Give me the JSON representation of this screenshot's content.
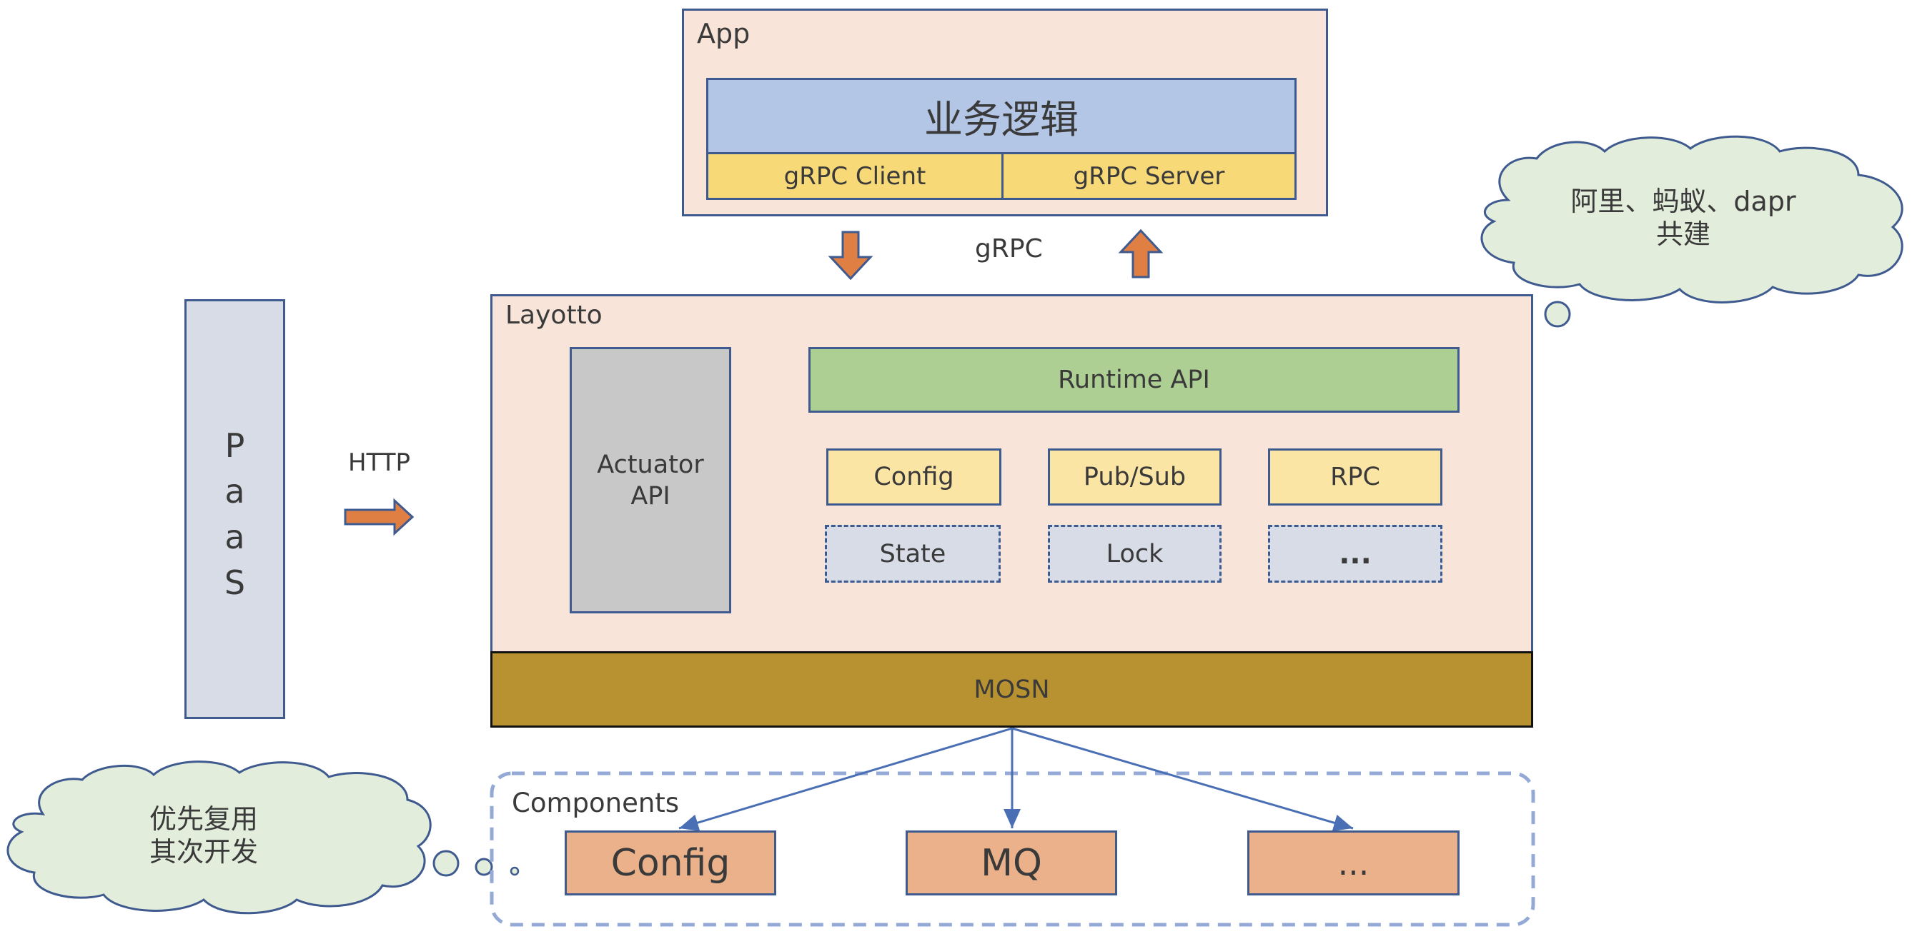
{
  "app": {
    "title": "App",
    "business_logic": "业务逻辑",
    "grpc_client": "gRPC Client",
    "grpc_server": "gRPC Server"
  },
  "grpc_label": "gRPC",
  "paas": {
    "letters": [
      "P",
      "a",
      "a",
      "S"
    ]
  },
  "http_label": "HTTP",
  "layotto": {
    "title": "Layotto",
    "actuator_line1": "Actuator",
    "actuator_line2": "API",
    "runtime_api": "Runtime API",
    "apis": [
      {
        "label": "Config",
        "style": "solid"
      },
      {
        "label": "Pub/Sub",
        "style": "solid"
      },
      {
        "label": "RPC",
        "style": "solid"
      },
      {
        "label": "State",
        "style": "dashed"
      },
      {
        "label": "Lock",
        "style": "dashed"
      },
      {
        "label": "...",
        "style": "dashed"
      }
    ]
  },
  "mosn": {
    "label": "MOSN"
  },
  "components": {
    "title": "Components",
    "items": [
      "Config",
      "MQ",
      "..."
    ]
  },
  "clouds": {
    "right_line1": "阿里、蚂蚁、dapr",
    "right_line2": "共建",
    "left_line1": "优先复用",
    "left_line2": "其次开发"
  },
  "colors": {
    "peach": "#f8e4d8",
    "blue_logic": "#b4c6e6",
    "yellow_grpc": "#f8d978",
    "green_runtime": "#aecf94",
    "yellow_api": "#fbe5a4",
    "grey_api": "#d7dce6",
    "mosn_gold": "#b89230",
    "component_orange": "#ebb18a",
    "arrow_orange": "#e07f44",
    "cloud_green": "#e3eddb",
    "border_blue": "#3f5a8f",
    "dashed_blue": "#94a9d6"
  }
}
